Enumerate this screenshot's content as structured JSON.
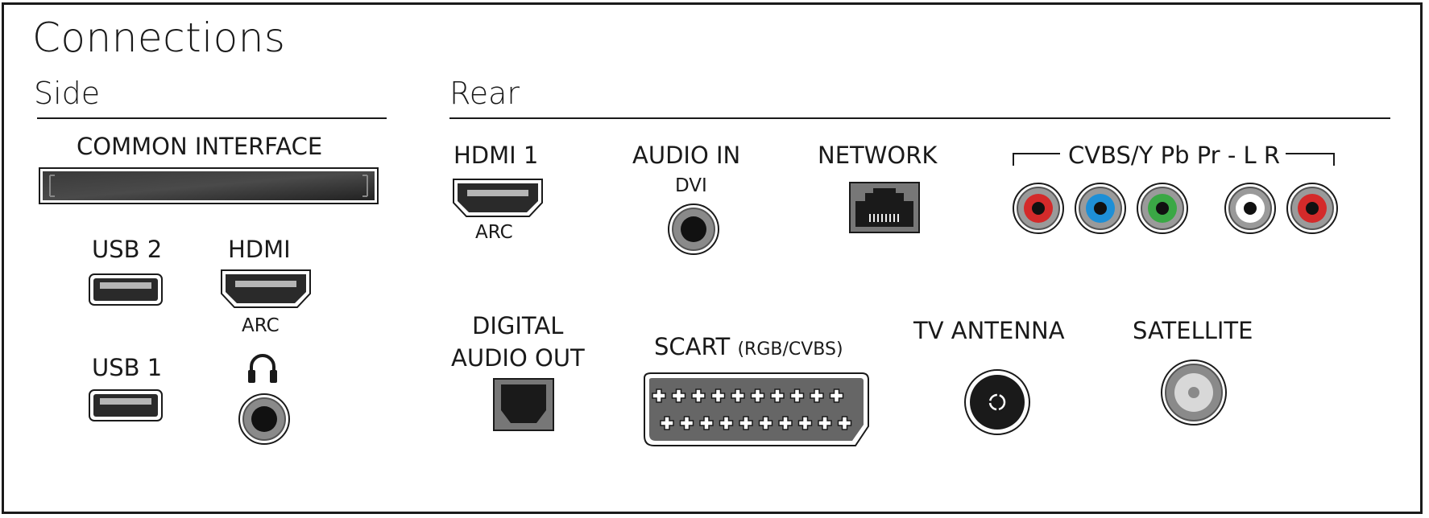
{
  "title": "Connections",
  "sections": {
    "side": "Side",
    "rear": "Rear"
  },
  "side": {
    "common_interface": "COMMON INTERFACE",
    "usb2": "USB 2",
    "usb1": "USB 1",
    "hdmi": "HDMI",
    "hdmi_sub": "ARC",
    "headphones_icon": "headphones-icon"
  },
  "rear": {
    "hdmi1": "HDMI 1",
    "hdmi1_sub": "ARC",
    "audio_in": "AUDIO IN",
    "audio_in_sub": "DVI",
    "network": "NETWORK",
    "component": "CVBS/Y Pb Pr - L R",
    "digital_audio_out_line1": "DIGITAL",
    "digital_audio_out_line2": "AUDIO OUT",
    "scart": "SCART",
    "scart_sub": "(RGB/CVBS)",
    "tv_antenna": "TV ANTENNA",
    "satellite": "SATELLITE"
  },
  "colors": {
    "red": "#d42a2a",
    "blue": "#1e8fd6",
    "green": "#3aa845",
    "white": "#ffffff",
    "grey": "#7a7a7a",
    "dark": "#2a2a2a"
  }
}
